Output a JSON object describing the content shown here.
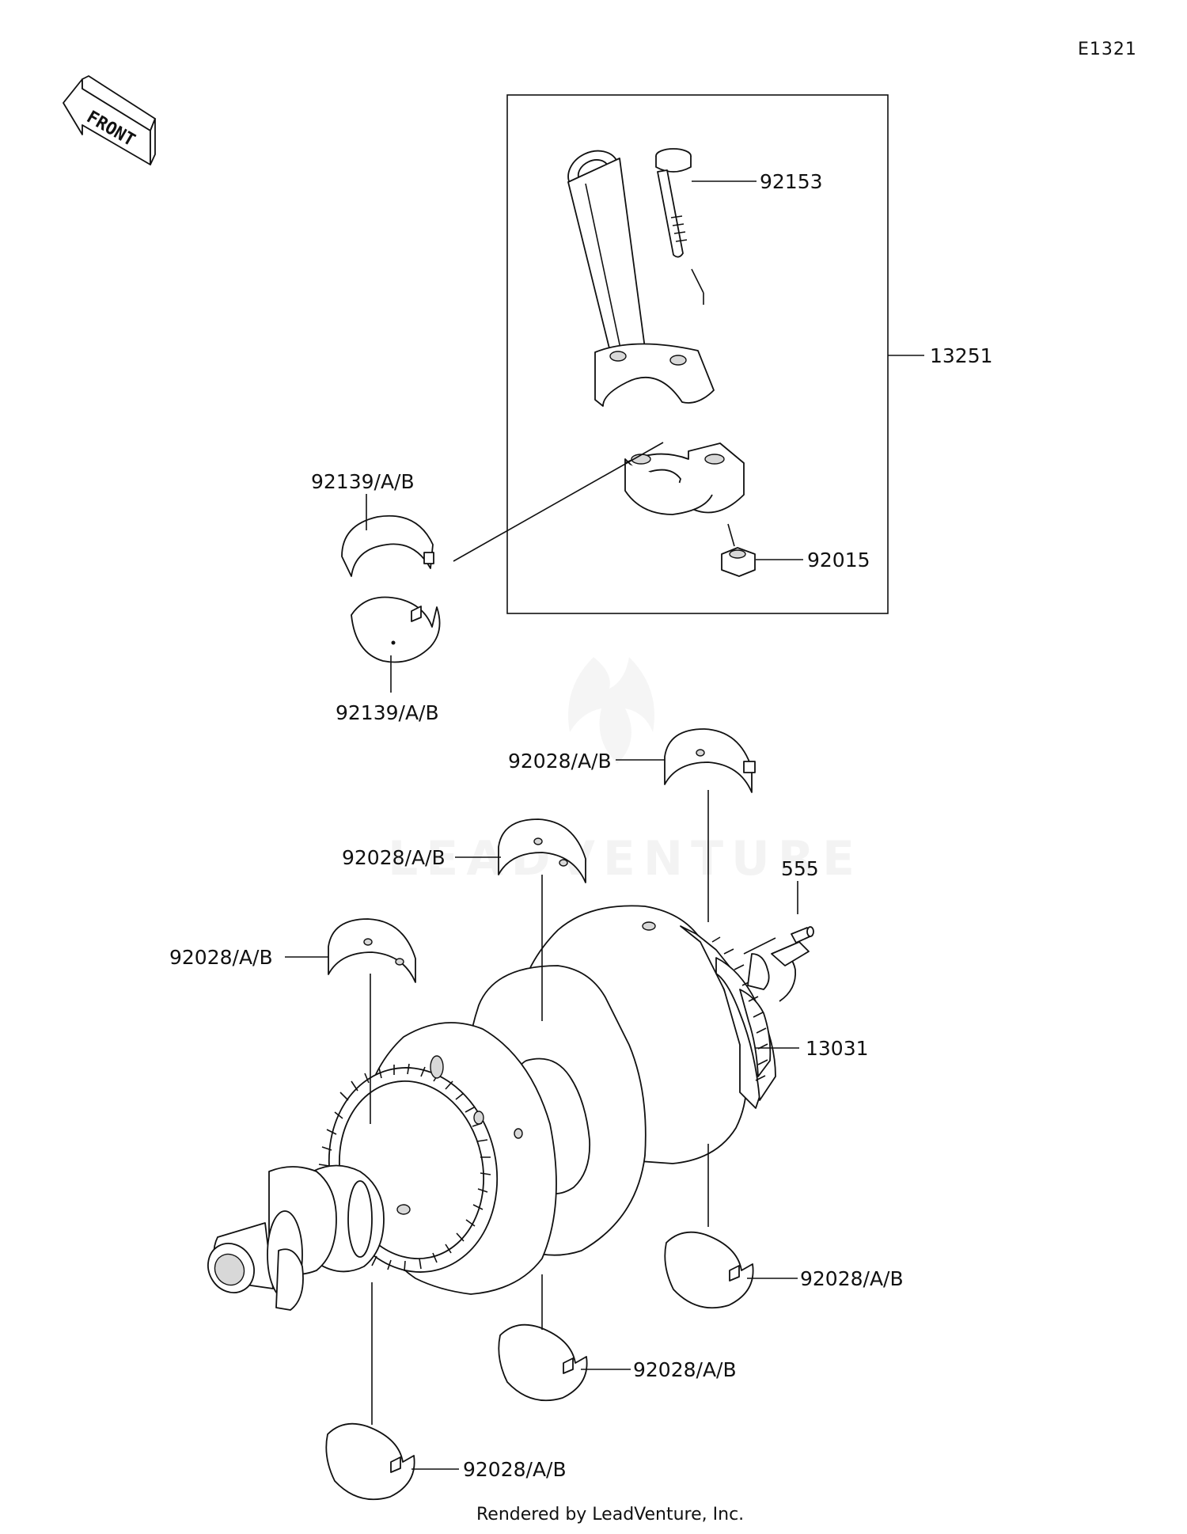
{
  "diagram_code": "E1321",
  "front_label": "FRONT",
  "watermark": "LEADVENTURE",
  "credit": "Rendered by LeadVenture, Inc.",
  "callouts": [
    {
      "id": "c1",
      "number": "92153"
    },
    {
      "id": "c2",
      "number": "13251"
    },
    {
      "id": "c3",
      "number": "92139/A/B"
    },
    {
      "id": "c4",
      "number": "92015"
    },
    {
      "id": "c5",
      "number": "92139/A/B"
    },
    {
      "id": "c6",
      "number": "92028/A/B"
    },
    {
      "id": "c7",
      "number": "92028/A/B"
    },
    {
      "id": "c8",
      "number": "555"
    },
    {
      "id": "c9",
      "number": "92028/A/B"
    },
    {
      "id": "c10",
      "number": "13031"
    },
    {
      "id": "c11",
      "number": "92028/A/B"
    },
    {
      "id": "c12",
      "number": "92028/A/B"
    },
    {
      "id": "c13",
      "number": "92028/A/B"
    }
  ]
}
